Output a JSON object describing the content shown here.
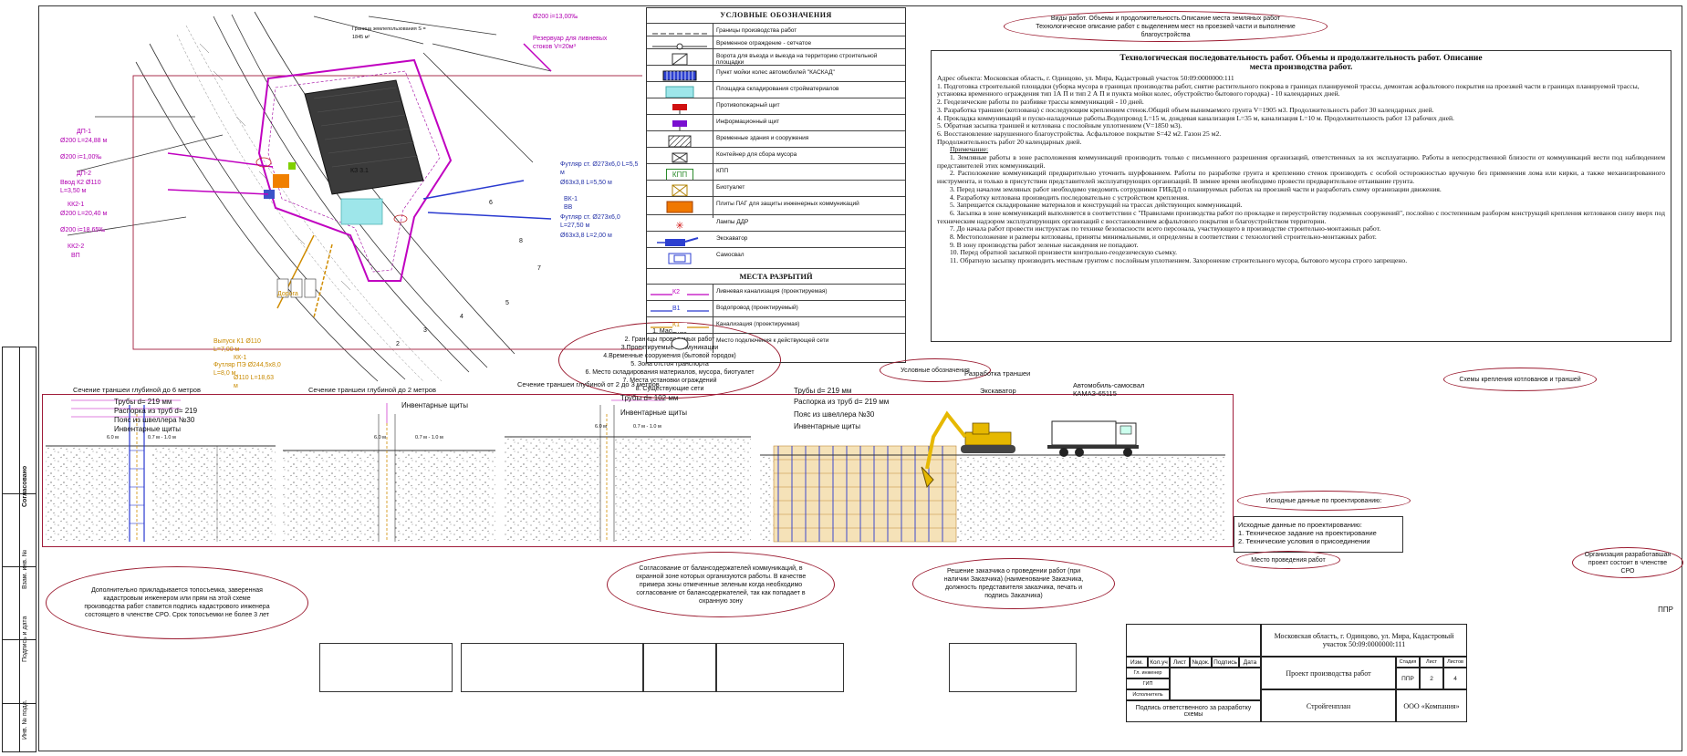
{
  "legend": {
    "title": "УСЛОВНЫЕ ОБОЗНАЧЕНИЯ",
    "items": [
      {
        "label": "Границы производства работ",
        "icon": "dash-line-icon"
      },
      {
        "label": "Временное ограждение - сетчатое",
        "icon": "fence-icon"
      },
      {
        "label": "Ворота для въезда и выезда на территорию строительной площадки",
        "icon": "gate-icon"
      },
      {
        "label": "Пункт мойки колес автомобилей \"КАСКАД\"",
        "icon": "wash-icon"
      },
      {
        "label": "Площадка складирования стройматериалов",
        "icon": "storage-area-icon"
      },
      {
        "label": "Противопожарный щит",
        "icon": "fire-board-icon"
      },
      {
        "label": "Информационный щит",
        "icon": "info-board-icon"
      },
      {
        "label": "Временные здания и сооружения",
        "icon": "temp-building-icon"
      },
      {
        "label": "Контейнер для сбора мусора",
        "icon": "trash-container-icon"
      },
      {
        "label": "КПП",
        "icon": "checkpoint-icon",
        "symbol": "КПП"
      },
      {
        "label": "Биотуалет",
        "icon": "toilet-icon"
      },
      {
        "label": "Плиты ПАГ для защиты инженерных коммуникаций",
        "icon": "plates-icon"
      },
      {
        "label": "Лампы ДДР",
        "icon": "lamp-icon"
      },
      {
        "label": "Экскаватор",
        "icon": "excavator-icon"
      },
      {
        "label": "Самосвал",
        "icon": "dump-truck-icon"
      }
    ],
    "subtitle": "МЕСТА РАЗРЫТИЙ",
    "sub_items": [
      {
        "label": "Ливневая канализация (проектируемая)",
        "symbol": "К2"
      },
      {
        "label": "Водопровод (проектируемый)",
        "symbol": "В1"
      },
      {
        "label": "Канализация (проектируемая)",
        "symbol": "К1"
      },
      {
        "label": "Место подключения к действующей сети",
        "symbol": ""
      }
    ],
    "callout": "Условные обозначения"
  },
  "top_callout": "Виды работ. Объемы и продолжительность.Описание места земляных работ Технологическое описание работ с выделением мест на проезжей части и выполнение благоустройства",
  "explanation": {
    "title": "Технологическая последовательность работ. Объемы и продолжительность работ. Описание места производства работ.",
    "lines": [
      "Адрес объекта: Московская область, г. Одинцово, ул. Мира, Кадастровый участок 50:09:0000000:111",
      "1. Подготовка строительной площадки (уборка мусора в границах производства работ, снятие растительного покрова в границах планируемой трассы, демонтаж асфальтового покрытия на проезжей части в границах планируемой трассы, установка временного ограждения тип 1А П и тип 2 А П и пункта мойки колес, обустройство бытового городка) - 10 календарных дней.",
      "2. Геодезические работы по разбивке трассы коммуникаций - 10 дней.",
      "3. Разработка траншеи (котлована) с последующим креплением стенок.Общий объем вынимаемого грунта V=1905 м3. Продолжительность работ 30 календарных дней.",
      "4. Прокладка коммуникаций и пуско-наладочные работы.Водопровод L=15 м, дождевая канализация L=35 м, канализация L=10 м. Продолжительность работ 13 рабочих дней.",
      "5. Обратная засыпка траншей и котлована с послойным уплотнением (V=1850 м3).",
      "6. Восстановление нарушенного благоустройства. Асфальтовое покрытие S=42 м2. Газон 25 м2.",
      "Продолжительность работ 20 календарных дней.",
      "Примечание:",
      "1. Земляные работы в зоне расположения коммуникаций производить только с письменного разрешения организаций, ответственных за их эксплуатацию. Работы в непосредственной близости от коммуникаций вести под наблюдением представителей этих коммуникаций.",
      "2. Расположение коммуникаций предварительно уточнить шурфованием. Работы по разработке грунта и креплению стенок производить с особой осторожностью вручную без применения лома или кирки, а также механизированного инструмента, и только в присутствии представителей эксплуатирующих организаций. В зимнее время необходимо провести предварительное оттаивание грунта.",
      "3. Перед началом земляных работ необходимо уведомить сотрудников ГИБДД о планируемых работах на проезжей части и разработать схему организации движения.",
      "4. Разработку котлована производить последовательно с устройством крепления.",
      "5. Запрещается складирование материалов и конструкций на трассах действующих коммуникаций.",
      "6. Засыпка в зоне коммуникаций выполняется в соответствии с \"Правилами производства работ по прокладке и переустройству подземных сооружений\", послойно с постепенным разбором конструкций крепления котлованов снизу вверх под техническим надзором эксплуатирующих организаций с восстановлением асфальтового покрытия и благоустройством территории.",
      "7. До начала работ провести инструктаж по технике безопасности всего персонала, участвующего в производстве строительно-монтажных работ.",
      "8. Местоположение и размеры котлованы, приняты минимальными, и определены в соответствии с технологией строительно-монтажных работ.",
      "9. В зону производства работ зеленые насаждения не попадают.",
      "10. Перед обратной засыпкой произвести контрольно-геодезическую съемку.",
      "11. Обратную засыпку производить местным грунтом с послойным уплотнением. Захоронение строительного мусора, бытового мусора строго запрещено."
    ]
  },
  "scheme_callout": "Схемы крепления котлованов и траншей",
  "plan_callout": {
    "lines": [
      "1. Масштаб",
      "2. Границы проводимых работ",
      "3.Проектируемые коммуникации",
      "4.Временные сооружения (бытовой городок)",
      "5. Зона отстоя транспорта",
      "6. Место складирования материалов, мусора, биотуалет",
      "7. Места установки ограждений",
      "8. Существующие сети"
    ]
  },
  "plan_labels": {
    "top_note": "Граница землепользования S = 1845 м²",
    "d200_top": "Ø200 i=13,00‰",
    "rain_note": "Резервуар для ливневых стоков V=20м³",
    "dp1": "ДП-1",
    "d200_a": "Ø200 L=24,88 м",
    "d200_b": "Ø200 i=1,00‰",
    "dp2": "ДП-2",
    "vvod_k2": "Ввод К2 Ø110 L=3,50 м",
    "kk2": "КК2-1",
    "d200_c": "Ø200 L=20,40 м",
    "d200_d": "Ø200 i=18,65‰",
    "kk2_2": "КК2-2",
    "vp": "ВП",
    "futlyar1": "Футляр ст. Ø273х6,0 L=5,5 м",
    "pipe1": "Ø63х3,8 L=5,50 м",
    "vk1": "ВК-1",
    "vv": "ВВ",
    "futlyar2": "Футляр ст. Ø273х6,0 L=27,50 м",
    "pipe2": "Ø63х3,8 L=2,00 м",
    "vvod_k1": "Выпуск К1 Ø110 L=7,00 м",
    "kk1": "КК-1",
    "futlyar3": "Футляр ПЭ Ø244,5х8,0 L=8,0 м",
    "pipe3": "Ø110 L=18,63 м",
    "d_label": "Дорога",
    "building": "КЗ 3.1",
    "num6": "6",
    "num8": "8",
    "num7": "7",
    "num5": "5",
    "num4": "4",
    "num3": "3",
    "num2": "2"
  },
  "sections": {
    "s1": "Сечение траншеи глубиной до 6 метров",
    "s2": "Сечение траншеи глубиной до 2 метров",
    "s3": "Сечение траншеи глубиной от 2 до 3 метров",
    "dig": "Разработка траншеи",
    "excavator": "Экскаватор",
    "truck": "Автомобиль-самосвал КАМАЗ-65115",
    "pipe_d219": "Трубы d= 219 мм",
    "strut": "Распорка из труб d= 219",
    "board30": "Пояс из швеллера №30",
    "shields": "Инвентарные щиты",
    "shields2": "Инвентарные щиты",
    "pipe_d102": "Трубы d= 102 мм",
    "shields3": "Инвентарные щиты",
    "pipe_d219b": "Трубы d= 219 мм",
    "strut2": "Распорка из труб d= 219 мм",
    "board30b": "Пояс из швеллера №30",
    "shields4": "Инвентарные щиты",
    "dim1": "6.0 м",
    "dim2": "0.7 м - 1.0 м",
    "dim3": "6.0 м",
    "dim4": "0.7 м - 1.0 м",
    "dim5": "6.0 м",
    "dim6": "0.7 м - 1.0 м"
  },
  "input_data": {
    "callout": "Исходные данные по проектированию:",
    "title": "Исходные данные по проектированию:",
    "items": [
      "1. Техническое задание на проектирование",
      "2. Технические условия о присоединении"
    ]
  },
  "bottom_callouts": {
    "topo": "Дополнительно прикладывается топосъемка, заверенная кадастровым инженером или прям на этой схеме производства работ ставится подпись кадастрового инженера состоящего в членстве СРО. Срок топосъемки не более 3 лет",
    "approval": "Согласование от балансодержателей коммуникаций, в охранной зоне которых организуются работы. В качестве примера зоны отмеченные зеленым когда необходимо согласование от балансодержателей, так как попадает в охранную зону",
    "customer": "Решение заказчика о проведении работ (при наличии Заказчика) (наименование Заказчика, должность представителя заказчика, печать и подпись Заказчика)",
    "place": "Место проведения работ",
    "org": "Организация разработавшая проект состоит в членстве СРО"
  },
  "title_block": {
    "code": "ППР",
    "address": "Московская область, г. Одинцово, ул. Мира, Кадастровый участок 50:09:0000000:111",
    "project": "Проект производства работ",
    "stage_h": "Стадия",
    "sheet_h": "Лист",
    "sheets_h": "Листов",
    "stage": "ППР",
    "sheet": "2",
    "sheets": "4",
    "company": "ООО «Компания»",
    "construction": "Стройгенплан",
    "signature": "Подпись ответственного за разработку схемы",
    "cols": [
      "Изм.",
      "Кол.уч",
      "Лист",
      "№док.",
      "Подпись",
      "Дата"
    ],
    "rows": [
      "Гл. инженер",
      "ГИП",
      "Исполнитель"
    ]
  },
  "left_strip": [
    "Согласовано",
    "Взам. инв. №",
    "Подпись и дата",
    "Инв. № подл."
  ]
}
